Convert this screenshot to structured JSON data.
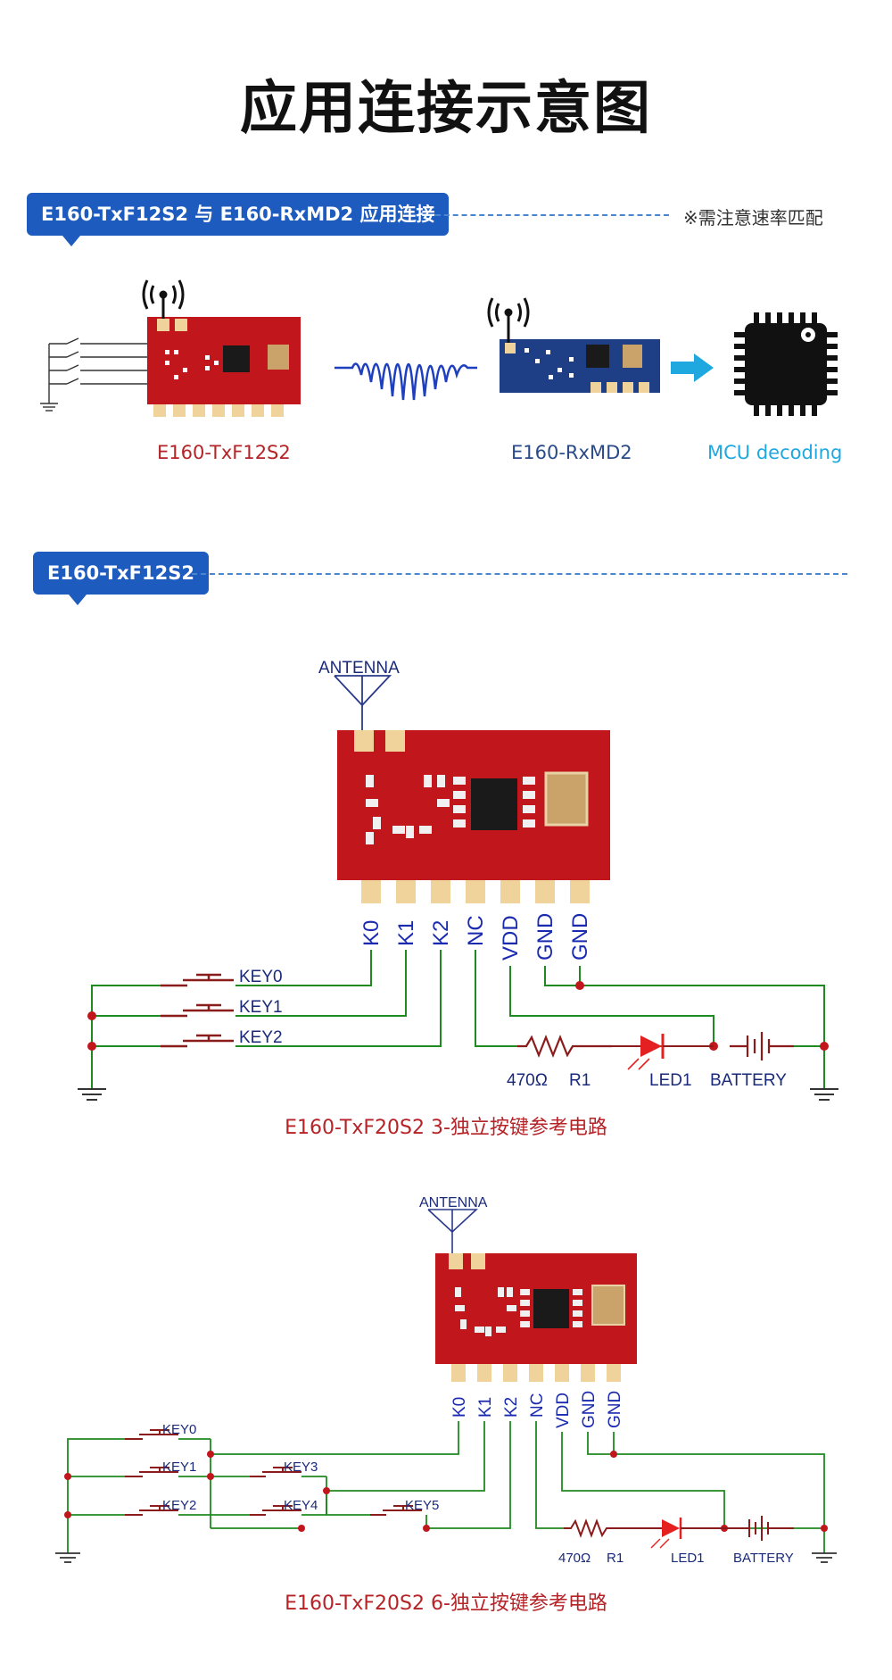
{
  "title": "应用连接示意图",
  "section1": {
    "tag": "E160-TxF12S2 与 E160-RxMD2 应用连接",
    "note": "※需注意速率匹配",
    "tx_label": "E160-TxF12S2",
    "rx_label": "E160-RxMD2",
    "mcu_label": "MCU decoding"
  },
  "section2": {
    "tag": "E160-TxF12S2"
  },
  "circuit1": {
    "antenna": "ANTENNA",
    "pins": [
      "K0",
      "K1",
      "K2",
      "NC",
      "VDD",
      "GND",
      "GND"
    ],
    "keys": [
      "KEY0",
      "KEY1",
      "KEY2"
    ],
    "resistor_value": "470Ω",
    "resistor_ref": "R1",
    "led_ref": "LED1",
    "battery": "BATTERY",
    "caption": "E160-TxF20S2 3-独立按键参考电路"
  },
  "circuit2": {
    "antenna": "ANTENNA",
    "pins": [
      "K0",
      "K1",
      "K2",
      "NC",
      "VDD",
      "GND",
      "GND"
    ],
    "keys": [
      "KEY0",
      "KEY1",
      "KEY2",
      "KEY3",
      "KEY4",
      "KEY5"
    ],
    "resistor_value": "470Ω",
    "resistor_ref": "R1",
    "led_ref": "LED1",
    "battery": "BATTERY",
    "caption": "E160-TxF20S2 6-独立按键参考电路"
  },
  "colors": {
    "accent_blue": "#1d5bbf",
    "board_red": "#c0161c",
    "board_blue": "#1e3f86",
    "wire_green": "#1f8a1f",
    "wire_dark_red": "#8b1c1c",
    "caption_red": "#b52327",
    "mcu_cyan": "#1fa8e0"
  }
}
